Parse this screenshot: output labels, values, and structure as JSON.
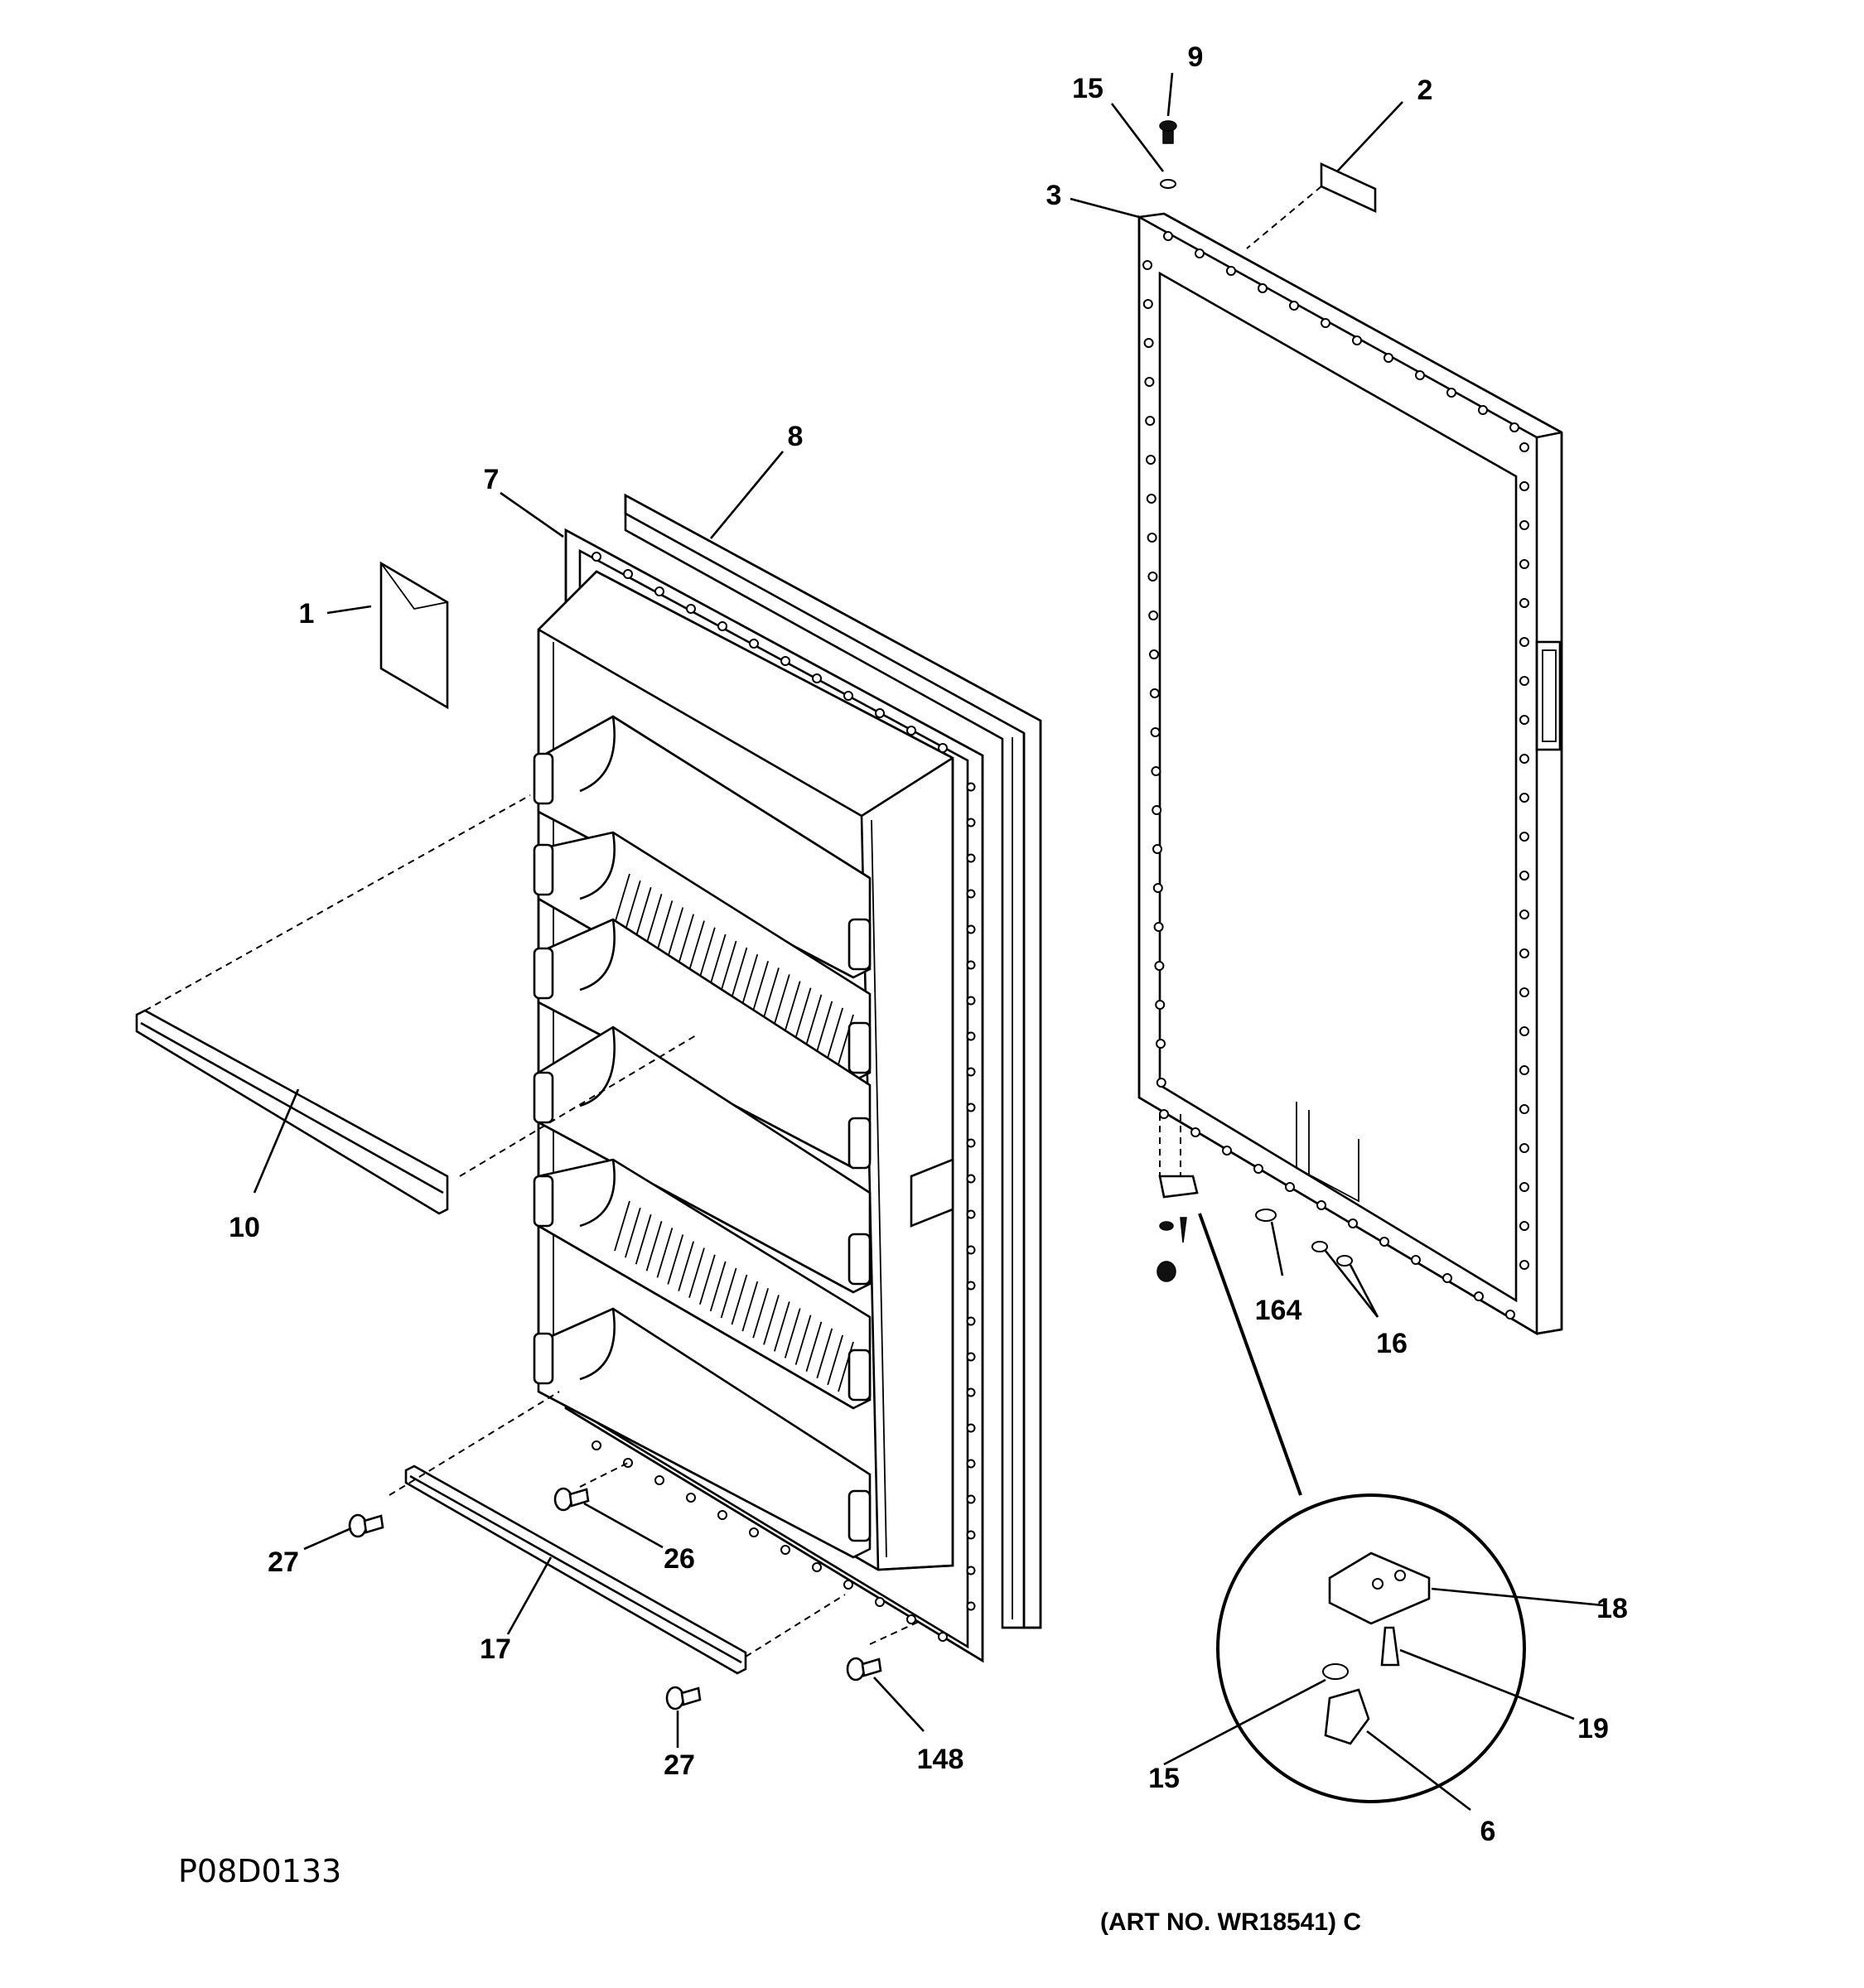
{
  "diagram_code": "P08D0133",
  "art_number": "(ART NO. WR18541) C",
  "callouts": [
    {
      "id": "c1",
      "label": "1"
    },
    {
      "id": "c2",
      "label": "2"
    },
    {
      "id": "c3",
      "label": "3"
    },
    {
      "id": "c6",
      "label": "6"
    },
    {
      "id": "c7",
      "label": "7"
    },
    {
      "id": "c8",
      "label": "8"
    },
    {
      "id": "c9",
      "label": "9"
    },
    {
      "id": "c10",
      "label": "10"
    },
    {
      "id": "c15a",
      "label": "15"
    },
    {
      "id": "c15b",
      "label": "15"
    },
    {
      "id": "c16",
      "label": "16"
    },
    {
      "id": "c17",
      "label": "17"
    },
    {
      "id": "c18",
      "label": "18"
    },
    {
      "id": "c19",
      "label": "19"
    },
    {
      "id": "c26",
      "label": "26"
    },
    {
      "id": "c27a",
      "label": "27"
    },
    {
      "id": "c27b",
      "label": "27"
    },
    {
      "id": "c148",
      "label": "148"
    },
    {
      "id": "c164",
      "label": "164"
    }
  ]
}
